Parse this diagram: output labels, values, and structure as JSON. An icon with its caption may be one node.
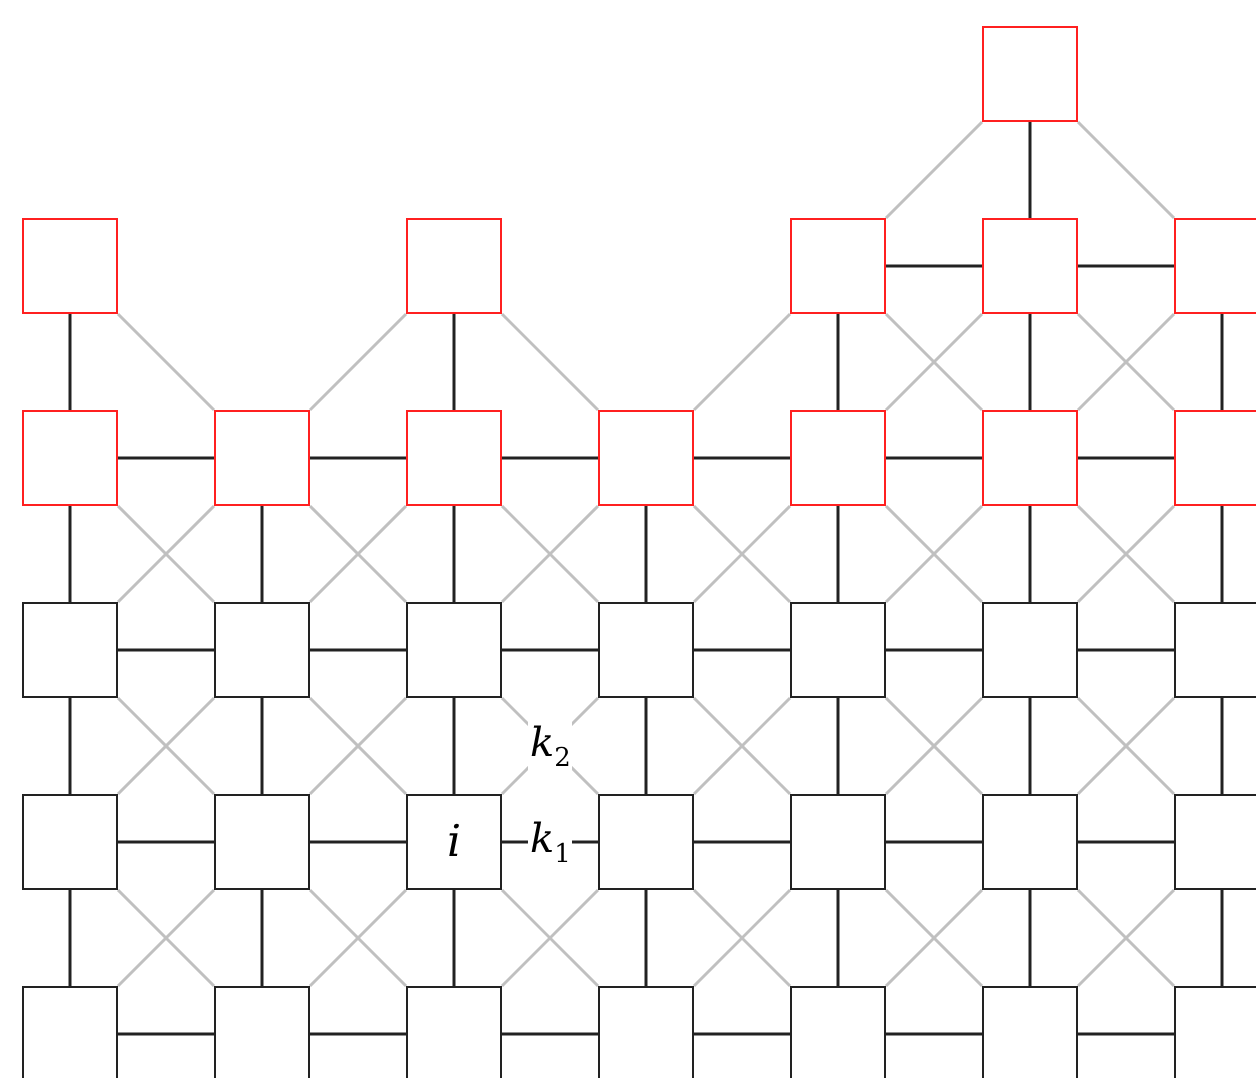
{
  "diagram": {
    "nodes": [
      {
        "text": [],
        "shape": "box"
      },
      {
        "text": [],
        "shape": "box"
      },
      {
        "text": [],
        "shape": "box"
      },
      {
        "text": [],
        "shape": "box"
      },
      {
        "text": [],
        "shape": "box"
      },
      {
        "text": [],
        "shape": "box"
      },
      {
        "text": [],
        "shape": "box"
      },
      {
        "text": [],
        "shape": "box"
      },
      {
        "text": [],
        "shape": "box"
      },
      {
        "text": [],
        "shape": "box"
      },
      {
        "text": [],
        "shape": "box"
      },
      {
        "text": [],
        "shape": "box"
      },
      {
        "text": [],
        "shape": "box"
      },
      {
        "text": [],
        "shape": "box"
      },
      {
        "text": [],
        "shape": "box"
      },
      {
        "text": [],
        "shape": "box"
      },
      {
        "text": [],
        "shape": "box"
      },
      {
        "text": [],
        "shape": "box"
      },
      {
        "text": [],
        "shape": "box"
      },
      {
        "text": [],
        "shape": "box"
      },
      {
        "text": [],
        "shape": "box"
      },
      {
        "text": [],
        "shape": "box"
      },
      {
        "text": [
          "i"
        ]
      },
      {
        "text": [],
        "shape": "box"
      },
      {
        "text": [],
        "shape": "box"
      },
      {
        "text": [],
        "shape": "box"
      },
      {
        "text": [],
        "shape": "box"
      },
      {
        "text": [],
        "shape": "box"
      },
      {
        "text": [],
        "shape": "box"
      },
      {
        "text": [],
        "shape": "box"
      },
      {
        "text": [],
        "shape": "box"
      },
      {
        "text": [],
        "shape": "box"
      },
      {
        "text": [],
        "shape": "box"
      },
      {
        "text": [],
        "shape": "box"
      }
    ],
    "edges": [
      {
        "from": 0,
        "to": 3,
        "arrow": "none",
        "color": "#c0c0c0"
      },
      {
        "from": 0,
        "to": 4,
        "arrow": "none"
      },
      {
        "from": 0,
        "to": 5,
        "arrow": "none",
        "color": "#c0c0c0"
      },
      {
        "from": 3,
        "to": 4,
        "arrow": "none"
      },
      {
        "from": 4,
        "to": 5,
        "arrow": "none"
      },
      {
        "from": 1,
        "to": 6,
        "arrow": "none"
      },
      {
        "from": 1,
        "to": 7,
        "arrow": "none",
        "color": "#c0c0c0"
      },
      {
        "from": 2,
        "to": 7,
        "arrow": "none",
        "color": "#c0c0c0"
      },
      {
        "from": 2,
        "to": 8,
        "arrow": "none"
      },
      {
        "from": 2,
        "to": 9,
        "arrow": "none",
        "color": "#c0c0c0"
      },
      {
        "from": 3,
        "to": 9,
        "arrow": "none",
        "color": "#c0c0c0"
      },
      {
        "from": 3,
        "to": 10,
        "arrow": "none"
      },
      {
        "from": 3,
        "to": 11,
        "arrow": "none",
        "color": "#c0c0c0"
      },
      {
        "from": 4,
        "to": 10,
        "arrow": "none",
        "color": "#c0c0c0"
      },
      {
        "from": 4,
        "to": 11,
        "arrow": "none"
      },
      {
        "from": 4,
        "to": 12,
        "arrow": "none",
        "color": "#c0c0c0"
      },
      {
        "from": 5,
        "to": 11,
        "arrow": "none",
        "color": "#c0c0c0"
      },
      {
        "from": 5,
        "to": 12,
        "arrow": "none"
      },
      {
        "from": 6,
        "to": 7,
        "arrow": "none"
      },
      {
        "from": 7,
        "to": 8,
        "arrow": "none"
      },
      {
        "from": 8,
        "to": 9,
        "arrow": "none"
      },
      {
        "from": 9,
        "to": 10,
        "arrow": "none"
      },
      {
        "from": 10,
        "to": 11,
        "arrow": "none"
      },
      {
        "from": 11,
        "to": 12,
        "arrow": "none"
      },
      {
        "from": 6,
        "to": 13,
        "arrow": "none"
      },
      {
        "from": 6,
        "to": 14,
        "arrow": "none",
        "color": "#c0c0c0"
      },
      {
        "from": 7,
        "to": 14,
        "arrow": "none"
      },
      {
        "from": 7,
        "to": 13,
        "arrow": "none",
        "color": "#c0c0c0"
      },
      {
        "from": 7,
        "to": 15,
        "arrow": "none",
        "color": "#c0c0c0"
      },
      {
        "from": 8,
        "to": 15,
        "arrow": "none"
      },
      {
        "from": 8,
        "to": 14,
        "arrow": "none",
        "color": "#c0c0c0"
      },
      {
        "from": 8,
        "to": 16,
        "arrow": "none",
        "color": "#c0c0c0"
      },
      {
        "from": 9,
        "to": 16,
        "arrow": "none"
      },
      {
        "from": 9,
        "to": 15,
        "arrow": "none",
        "color": "#c0c0c0"
      },
      {
        "from": 9,
        "to": 17,
        "arrow": "none",
        "color": "#c0c0c0"
      },
      {
        "from": 10,
        "to": 17,
        "arrow": "none"
      },
      {
        "from": 10,
        "to": 16,
        "arrow": "none",
        "color": "#c0c0c0"
      },
      {
        "from": 10,
        "to": 18,
        "arrow": "none",
        "color": "#c0c0c0"
      },
      {
        "from": 11,
        "to": 18,
        "arrow": "none"
      },
      {
        "from": 11,
        "to": 17,
        "arrow": "none",
        "color": "#c0c0c0"
      },
      {
        "from": 11,
        "to": 19,
        "arrow": "none",
        "color": "#c0c0c0"
      },
      {
        "from": 12,
        "to": 19,
        "arrow": "none"
      },
      {
        "from": 12,
        "to": 18,
        "arrow": "none",
        "color": "#c0c0c0"
      },
      {
        "from": 13,
        "to": 14,
        "arrow": "none"
      },
      {
        "from": 14,
        "to": 15,
        "arrow": "none"
      },
      {
        "from": 15,
        "to": 16,
        "arrow": "none"
      },
      {
        "from": 16,
        "to": 17,
        "arrow": "none"
      },
      {
        "from": 17,
        "to": 18,
        "arrow": "none"
      },
      {
        "from": 18,
        "to": 19,
        "arrow": "none"
      },
      {
        "from": 13,
        "to": 20,
        "arrow": "none"
      },
      {
        "from": 13,
        "to": 21,
        "arrow": "none",
        "color": "#c0c0c0"
      },
      {
        "from": 14,
        "to": 21,
        "arrow": "none"
      },
      {
        "from": 14,
        "to": 20,
        "arrow": "none",
        "color": "#c0c0c0"
      },
      {
        "from": 14,
        "to": 22,
        "arrow": "none",
        "color": "#c0c0c0"
      },
      {
        "from": 15,
        "to": 22,
        "arrow": "none"
      },
      {
        "from": 15,
        "to": 21,
        "arrow": "none",
        "color": "#c0c0c0"
      },
      {
        "from": 15,
        "to": 23,
        "arrow": "none",
        "color": "#c0c0c0"
      },
      {
        "from": 16,
        "to": 23,
        "arrow": "none"
      },
      {
        "from": 16,
        "to": 22,
        "arrow": "none",
        "color": "#c0c0c0",
        "label": "k$_{2}$"
      },
      {
        "from": 16,
        "to": 24,
        "arrow": "none",
        "color": "#c0c0c0"
      },
      {
        "from": 17,
        "to": 24,
        "arrow": "none"
      },
      {
        "from": 17,
        "to": 23,
        "arrow": "none",
        "color": "#c0c0c0"
      },
      {
        "from": 17,
        "to": 25,
        "arrow": "none",
        "color": "#c0c0c0"
      },
      {
        "from": 18,
        "to": 25,
        "arrow": "none"
      },
      {
        "from": 18,
        "to": 24,
        "arrow": "none",
        "color": "#c0c0c0"
      },
      {
        "from": 18,
        "to": 26,
        "arrow": "none",
        "color": "#c0c0c0"
      },
      {
        "from": 19,
        "to": 26,
        "arrow": "none"
      },
      {
        "from": 19,
        "to": 25,
        "arrow": "none",
        "color": "#c0c0c0"
      },
      {
        "from": 20,
        "to": 21,
        "arrow": "none"
      },
      {
        "from": 21,
        "to": 22,
        "arrow": "none"
      },
      {
        "from": 22,
        "to": 23,
        "arrow": "none",
        "label": "k$_{1}$"
      },
      {
        "from": 23,
        "to": 24,
        "arrow": "none"
      },
      {
        "from": 24,
        "to": 25,
        "arrow": "none"
      },
      {
        "from": 25,
        "to": 26,
        "arrow": "none"
      },
      {
        "from": 20,
        "to": 27,
        "arrow": "none"
      },
      {
        "from": 20,
        "to": 28,
        "arrow": "none",
        "color": "#c0c0c0"
      },
      {
        "from": 21,
        "to": 28,
        "arrow": "none"
      },
      {
        "from": 21,
        "to": 27,
        "arrow": "none",
        "color": "#c0c0c0"
      },
      {
        "from": 21,
        "to": 29,
        "arrow": "none",
        "color": "#c0c0c0"
      },
      {
        "from": 22,
        "to": 29,
        "arrow": "none"
      },
      {
        "from": 22,
        "to": 28,
        "arrow": "none",
        "color": "#c0c0c0"
      },
      {
        "from": 22,
        "to": 30,
        "arrow": "none",
        "color": "#c0c0c0"
      },
      {
        "from": 23,
        "to": 30,
        "arrow": "none"
      },
      {
        "from": 23,
        "to": 29,
        "arrow": "none",
        "color": "#c0c0c0"
      },
      {
        "from": 23,
        "to": 31,
        "arrow": "none",
        "color": "#c0c0c0"
      },
      {
        "from": 24,
        "to": 31,
        "arrow": "none"
      },
      {
        "from": 24,
        "to": 30,
        "arrow": "none",
        "color": "#c0c0c0"
      },
      {
        "from": 24,
        "to": 32,
        "arrow": "none",
        "color": "#c0c0c0"
      },
      {
        "from": 25,
        "to": 32,
        "arrow": "none"
      },
      {
        "from": 25,
        "to": 31,
        "arrow": "none",
        "color": "#c0c0c0"
      },
      {
        "from": 25,
        "to": 33,
        "arrow": "none",
        "color": "#c0c0c0"
      },
      {
        "from": 26,
        "to": 33,
        "arrow": "none"
      },
      {
        "from": 26,
        "to": 32,
        "arrow": "none",
        "color": "#c0c0c0"
      },
      {
        "from": 27,
        "to": 28,
        "arrow": "none"
      },
      {
        "from": 28,
        "to": 29,
        "arrow": "none"
      },
      {
        "from": 29,
        "to": 30,
        "arrow": "none"
      },
      {
        "from": 30,
        "to": 31,
        "arrow": "none"
      },
      {
        "from": 31,
        "to": 32,
        "arrow": "none"
      },
      {
        "from": 32,
        "to": 33,
        "arrow": "none"
      }
    ]
  }
}
